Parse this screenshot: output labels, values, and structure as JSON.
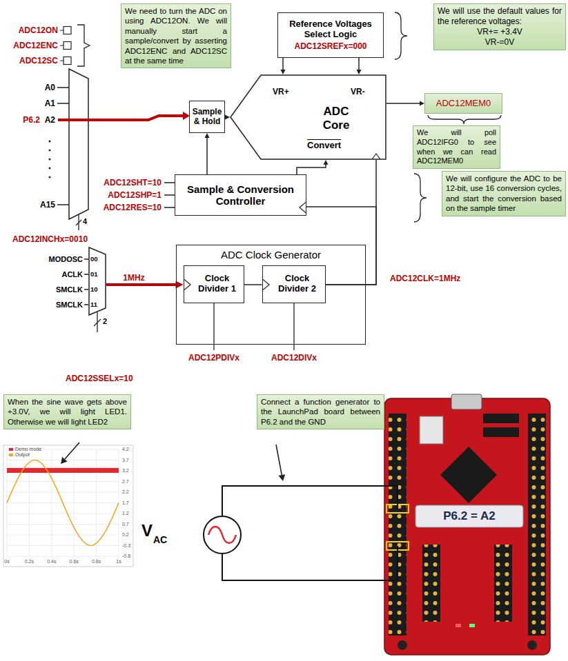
{
  "diagram": {
    "nodes": [
      {
        "text": [
          "We need to turn the ADC on using ADC12ON. We will manually start a sample/convert by asserting ADC12ENC and ADC12SC at the same time"
        ]
      },
      {
        "text": [
          "Reference Voltages Select Logic",
          "ADC12SREFx=000"
        ]
      },
      {
        "text": [
          "We will use the default values for the reference voltages:",
          "VR+= +3.4V",
          "VR-=0V"
        ]
      },
      {
        "text": [
          "Sample & Hold"
        ]
      },
      {
        "text": [
          "VR+",
          "VR-",
          "ADC Core",
          "Convert"
        ]
      },
      {
        "text": [
          "ADC12MEM0"
        ]
      },
      {
        "text": [
          "We will poll ADC12IFG0 to see when we can read ADC12MEM0"
        ]
      },
      {
        "text": [
          "We will configure the ADC to be 12-bit, use 16 conversion cycles, and start the conversion based on the sample timer"
        ]
      },
      {
        "text": [
          "Sample & Conversion Controller"
        ]
      },
      {
        "text": [
          "ADC Clock Generator"
        ]
      },
      {
        "text": [
          "Clock Divider 1"
        ],
        "in": 9
      },
      {
        "text": [
          "Clock Divider 2"
        ],
        "in": 9
      },
      {
        "text": [
          "00",
          "01",
          "10",
          "11"
        ]
      },
      {
        "text": [
          "When the sine wave gets above +3.0V, we will light LED1. Otherwise we will light LED2"
        ]
      },
      {
        "text": [
          "Connect a function generator to the LaunchPad board between P6.2 and the GND"
        ]
      }
    ],
    "edges": [
      {
        "from": 1,
        "to": 4,
        "arrow": "to"
      },
      {
        "from": 1,
        "to": 4,
        "arrow": "to"
      },
      {
        "from": 3,
        "to": 4,
        "arrow": "to"
      },
      {
        "from": 8,
        "to": 3,
        "arrow": "to"
      },
      {
        "from": 8,
        "to": 4,
        "arrow": "to"
      },
      {
        "from": 4,
        "to": 5,
        "arrow": "to"
      },
      {
        "from": 12,
        "to": 10,
        "label": "1MHz",
        "arrow": "to"
      },
      {
        "from": 10,
        "to": 11,
        "arrow": "none"
      },
      {
        "from": 11,
        "to": 4,
        "arrow": "none"
      },
      {
        "from": 11,
        "to": 8,
        "arrow": "none"
      }
    ],
    "labels": [
      "ADC12ON",
      "ADC12ENC",
      "ADC12SC",
      "A0",
      "A1",
      "P6.2",
      "A2",
      "A15",
      "4",
      "ADC12INCHx=0010",
      "ADC12SHT=10",
      "ADC12SHP=1",
      "ADC12RES=10",
      "MODOSC",
      "ACLK",
      "SMCLK",
      "SMCLK",
      "2",
      "ADC12CLK=1MHz",
      "ADC12PDIVx",
      "ADC12DIVx",
      "ADC12SSELx=10",
      "4.2",
      "3.7",
      "3.2",
      "2.7",
      "2.2",
      "1.7",
      "1.2",
      "0.7",
      "0.2",
      "-0.3",
      "-0.8",
      "0s",
      "0.2s",
      "0.4s",
      "0.6s",
      "0.8s",
      "1s",
      "V",
      "AC",
      "P6.2 = A2"
    ],
    "legend": [
      {
        "text": "Demo mode",
        "color": "#e8262c"
      },
      {
        "text": "Output",
        "color": "#f5a623"
      }
    ]
  }
}
